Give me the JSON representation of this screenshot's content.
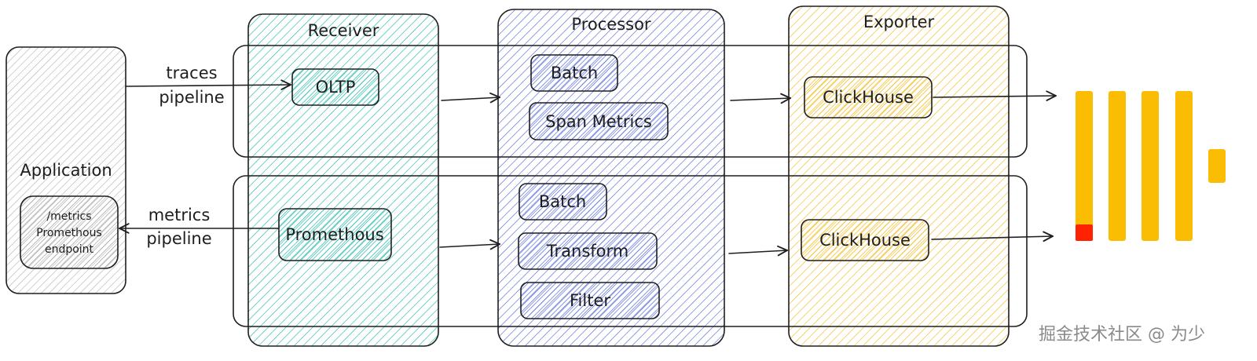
{
  "columns": {
    "receiver": "Receiver",
    "processor": "Processor",
    "exporter": "Exporter"
  },
  "application": {
    "title": "Application",
    "endpoint_lines": [
      "/metrics",
      "Promethous",
      "endpoint"
    ]
  },
  "edges": {
    "traces": [
      "traces",
      "pipeline"
    ],
    "metrics": [
      "metrics",
      "pipeline"
    ]
  },
  "traces_pipeline": {
    "receiver": "OLTP",
    "processors": [
      "Batch",
      "Span Metrics"
    ],
    "exporter": "ClickHouse"
  },
  "metrics_pipeline": {
    "receiver": "Promethous",
    "processors": [
      "Batch",
      "Transform",
      "Filter"
    ],
    "exporter": "ClickHouse"
  },
  "watermark": "掘金技术社区 @ 为少",
  "colors": {
    "receiver": "#12b3a4",
    "processor": "#4a5fd4",
    "exporter": "#f2b50f",
    "application": "#9a9a9a",
    "clickhouse_bar": "#fbbc04",
    "clickhouse_accent": "#ff2200",
    "stroke": "#1e1e1e"
  },
  "icons": {
    "clickhouse_logo": "clickhouse-logo-icon"
  }
}
